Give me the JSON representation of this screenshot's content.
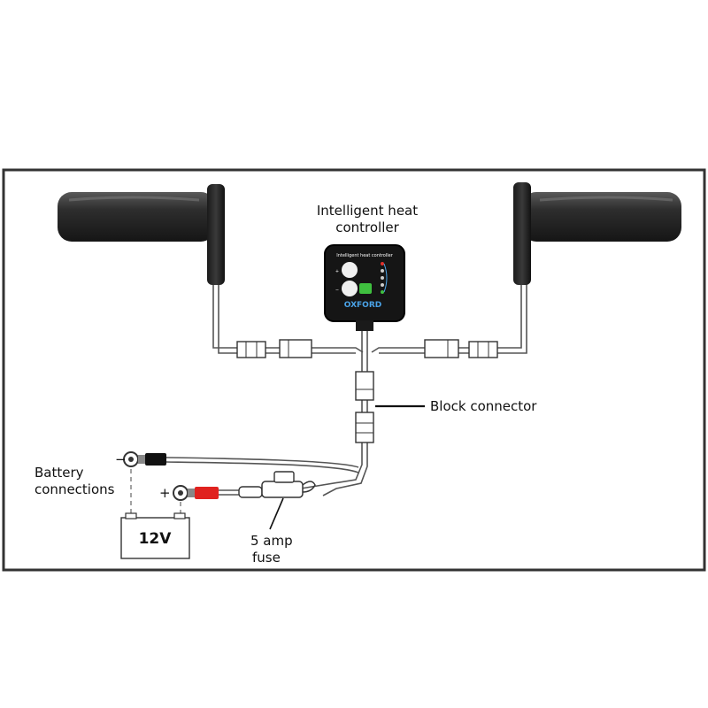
{
  "labels": {
    "controller_line1": "Intelligent heat",
    "controller_line2": "controller",
    "block_connector": "Block connector",
    "battery_line1": "Battery",
    "battery_line2": "connections",
    "fuse_line1": "5 amp",
    "fuse_line2": "fuse",
    "battery_voltage": "12V",
    "minus_sign": "−",
    "plus_sign": "+",
    "brand": "OXFORD",
    "controller_caption": "Intelligent heat controller",
    "btn_plus": "+",
    "btn_minus": "−"
  },
  "icons": {
    "left_grip": "handlebar-grip-icon",
    "right_grip": "handlebar-grip-icon",
    "controller": "heat-controller-icon",
    "fuse": "fuse-holder-icon",
    "battery": "battery-icon"
  },
  "colors": {
    "frame": "#333333",
    "grip": "#2b2b2b",
    "wire": "#444444",
    "positive_terminal": "#e0221f",
    "negative_terminal": "#111111",
    "controller_body": "#151515",
    "led_green": "#3fbf3f",
    "led_red": "#e0302a",
    "brand_blue": "#4aa3e8"
  }
}
